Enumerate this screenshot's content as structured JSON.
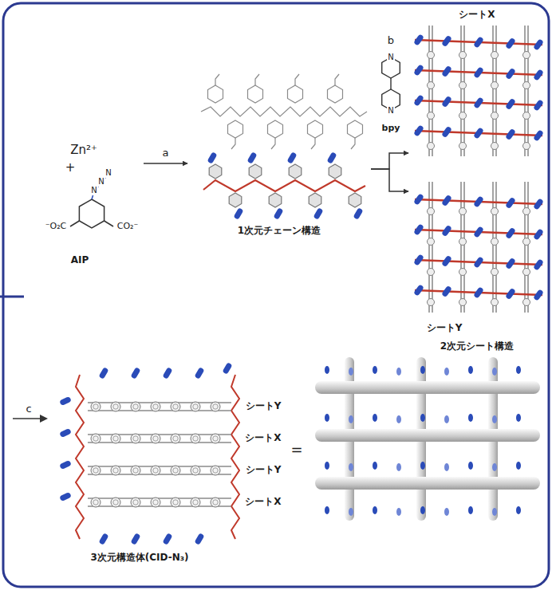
{
  "diagram": {
    "nodes": [
      {
        "text": [
          "Zn²⁺",
          "+",
          "AIP"
        ]
      },
      {
        "text": [
          "1次元チェーン構造"
        ]
      },
      {
        "text": [
          "シートX"
        ]
      },
      {
        "text": [
          "シートY"
        ]
      },
      {
        "text": [
          "3次元構造体(CID-N₃)"
        ]
      }
    ],
    "edges": [
      {
        "from": 0,
        "to": 1,
        "arrow": "to",
        "label": "a"
      },
      {
        "from": 1,
        "to": 2,
        "arrow": "to"
      },
      {
        "from": 1,
        "to": 3,
        "arrow": "to"
      }
    ],
    "labels": [
      "N",
      "N",
      "N",
      "⁻O₂C",
      "CO₂⁻",
      "b",
      "N",
      "N",
      "bpy",
      "2次元シート構造",
      "c",
      "シートY",
      "シートX",
      "シートY",
      "シートX",
      "="
    ]
  }
}
